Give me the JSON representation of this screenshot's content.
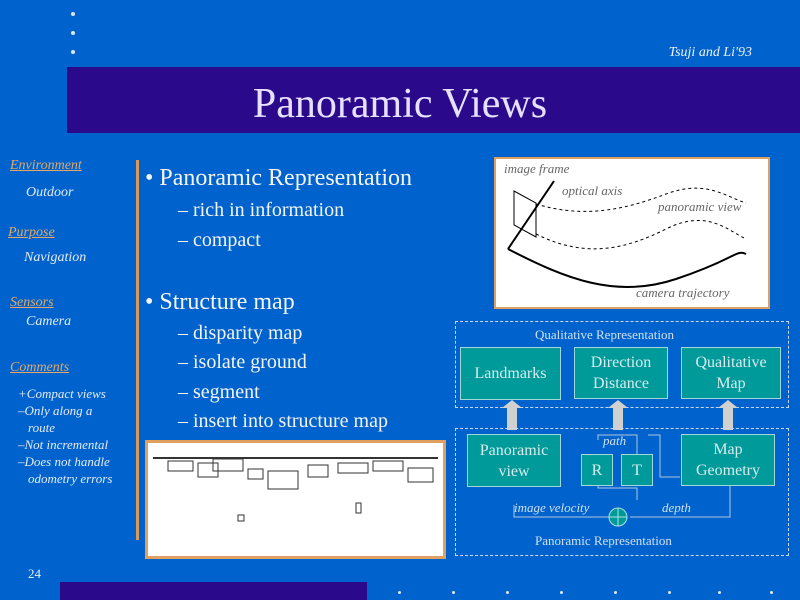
{
  "title": "Panoramic Views",
  "citation": "Tsuji and Li'93",
  "page_number": "24",
  "sidebar": {
    "environment": {
      "label": "Environment",
      "value": "Outdoor"
    },
    "purpose": {
      "label": "Purpose",
      "value": "Navigation"
    },
    "sensors": {
      "label": "Sensors",
      "value": "Camera"
    },
    "comments": {
      "label": "Comments",
      "items": [
        "+Compact views",
        "–Only along a",
        "route",
        "–Not incremental",
        "–Does not handle",
        "odometry errors"
      ]
    }
  },
  "bullets": [
    {
      "text": "• Panoramic Representation",
      "subs": [
        "–  rich in information",
        "–  compact"
      ]
    },
    {
      "text": "• Structure map",
      "subs": [
        "–  disparity map",
        "–  isolate ground",
        "–  segment",
        "–  insert into structure map"
      ]
    }
  ],
  "sketch": {
    "image_frame": "image frame",
    "optical_axis": "optical axis",
    "panoramic_view": "panoramic view",
    "camera_trajectory": "camera trajectory"
  },
  "diagram": {
    "qualitative_title": "Qualitative Representation",
    "panoramic_title": "Panoramic Representation",
    "landmarks": "Landmarks",
    "direction": "Direction",
    "distance": "Distance",
    "qual_map1": "Qualitative",
    "qual_map2": "Map",
    "pan_view1": "Panoramic",
    "pan_view2": "view",
    "r": "R",
    "t": "T",
    "path": "path",
    "map_geo1": "Map",
    "map_geo2": "Geometry",
    "image_velocity": "image velocity",
    "depth": "depth"
  }
}
